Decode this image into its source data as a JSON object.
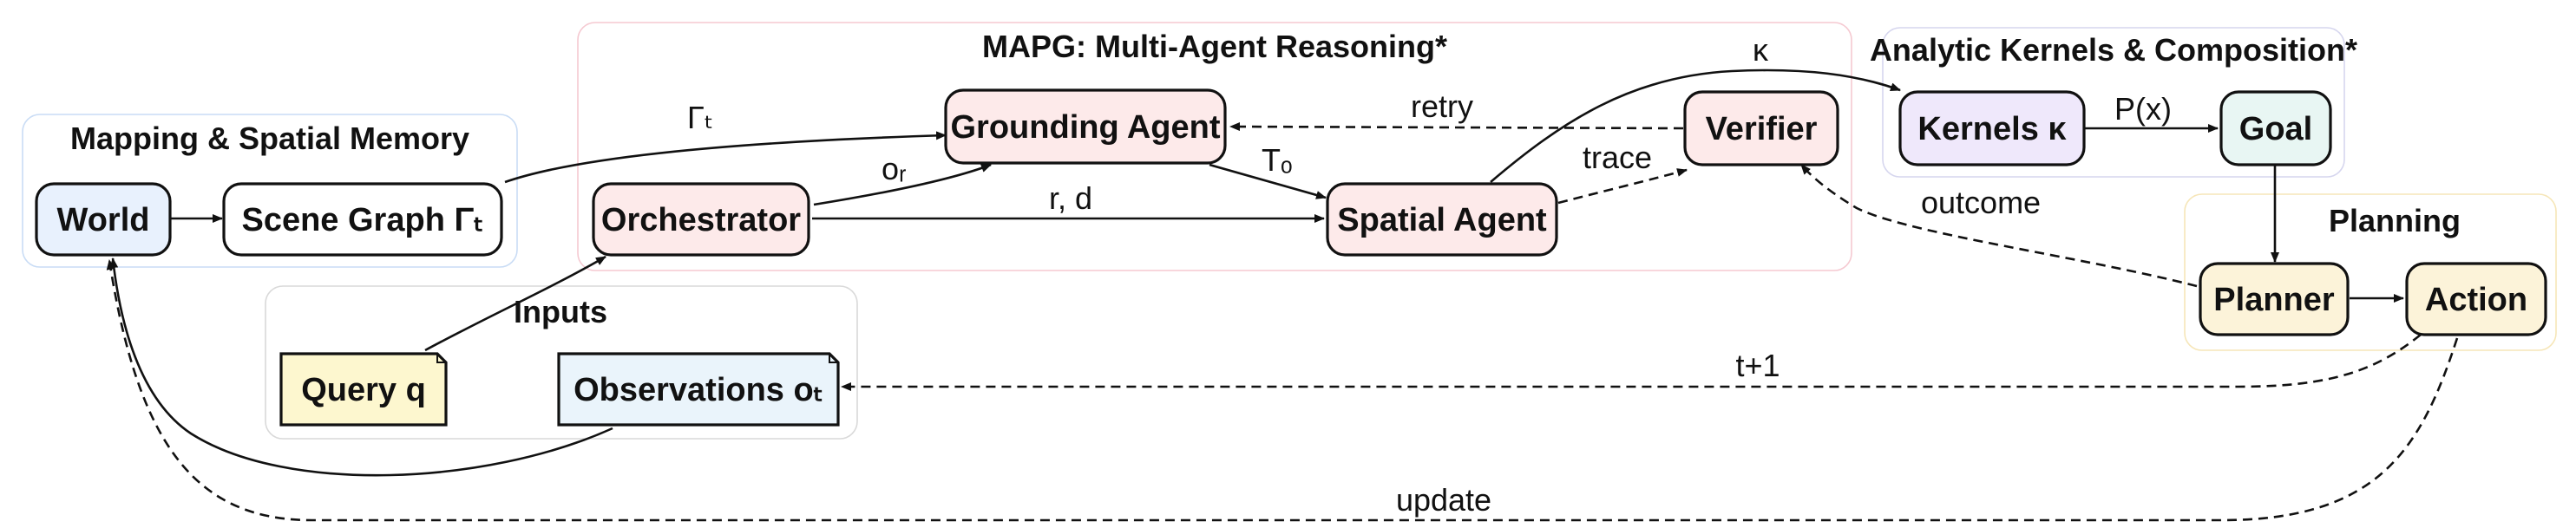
{
  "groups": {
    "mapping": {
      "title": "Mapping & Spatial Memory",
      "border": "#c9dcf5"
    },
    "mapg": {
      "title": "MAPG: Multi-Agent Reasoning*",
      "border": "#f5c9d1"
    },
    "kernels": {
      "title": "Analytic Kernels & Composition*",
      "border": "#d6d6ee"
    },
    "planning": {
      "title": "Planning",
      "border": "#f6e6b8"
    },
    "inputs": {
      "title": "Inputs",
      "border": "#d9d9d9"
    }
  },
  "nodes": {
    "world": {
      "label": "World",
      "fill": "#e8f1fd"
    },
    "scene_graph": {
      "label": "Scene Graph  Γₜ",
      "fill": "#ffffff"
    },
    "orchestrator": {
      "label": "Orchestrator",
      "fill": "#fdeaea"
    },
    "grounding_agent": {
      "label": "Grounding Agent",
      "fill": "#fdeaea"
    },
    "spatial_agent": {
      "label": "Spatial Agent",
      "fill": "#fdeaea"
    },
    "verifier": {
      "label": "Verifier",
      "fill": "#fdeaea"
    },
    "kernels": {
      "label": "Kernels  κ",
      "fill": "#efe8fb"
    },
    "goal": {
      "label": "Goal",
      "fill": "#e8f6f3"
    },
    "planner": {
      "label": "Planner",
      "fill": "#fcf3d9"
    },
    "action": {
      "label": "Action",
      "fill": "#fcf3d9"
    },
    "query": {
      "label": "Query  q",
      "fill": "#fdf7cf"
    },
    "observations": {
      "label": "Observations  oₜ",
      "fill": "#eaf4fb"
    }
  },
  "edges": {
    "gamma_t": "Γₜ",
    "o_r": "oᵣ",
    "r_d": "r, d",
    "t_o": "Tₒ",
    "retry": "retry",
    "trace": "trace",
    "kappa": "κ",
    "p_x": "P(x)",
    "outcome": "outcome",
    "t_plus_1": "t+1",
    "update": "update"
  }
}
